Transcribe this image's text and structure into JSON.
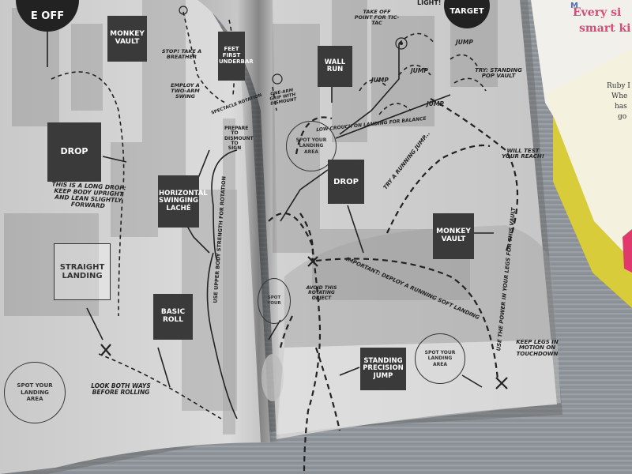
{
  "left_page": {
    "badge_partial": "E OFF",
    "monkey_vault": "MONKEY VAULT",
    "stop_note": "STOP! TAKE A BREATHER",
    "two_arm_note": "EMPLOY A TWO-ARM SWING",
    "feet_first": "FEET FIRST UNDERBAR",
    "pole_partial": "SPECTACLE ROTATION",
    "prepare_note": "PREPARE TO DISMOUNT TO SIGN",
    "drop": "DROP",
    "drop_note": "THIS IS A LONG DROP: KEEP BODY UPRIGHT AND LEAN SLIGHTLY FORWARD",
    "horizontal_lache": "HORIZONTAL SWINGING LACHÉ",
    "straight_landing": "STRAIGHT LANDING",
    "basic_roll": "BASIC ROLL",
    "upper_body_note": "USE UPPER BODY STRENGTH FOR ROTATION",
    "spot_landing": "SPOT YOUR LANDING AREA",
    "look_note": "LOOK BOTH WAYS BEFORE ROLLING"
  },
  "right_page": {
    "light_partial": "LIGHT!",
    "target_badge": "TARGET",
    "take_off_note": "TAKE OFF POINT FOR TIC-TAC",
    "one_arm_note": "ONE-ARM GRIP WITH DISMOUNT",
    "wall_run": "WALL RUN",
    "jump": "JUMP",
    "try_note": "TRY: STANDING POP VAULT",
    "low_crouch_note": "LOW CROUCH ON LANDING FOR BALANCE",
    "spot_landing": "SPOT YOUR LANDING AREA",
    "running_jump_note": "TRY A RUNNING JUMP...",
    "reach_note": "WILL TEST YOUR REACH!",
    "drop": "DROP",
    "monkey_vault": "MONKEY VAULT",
    "power_note": "USE THE POWER IN YOUR LEGS FOR THIS VAULT",
    "avoid_note": "AVOID THIS ROTATING OBJECT",
    "important_note": "IMPORTANT: DEPLOY A RUNNING SOFT LANDING",
    "spot_partial": "SPOT YOUR",
    "standing_precision": "STANDING PRECISION JUMP",
    "spot_landing_2": "SPOT YOUR LANDING AREA",
    "keep_legs_note": "KEEP LEGS IN MOTION ON TOUCHDOWN"
  },
  "background_book": {
    "line1": "Every si",
    "line2": "smart ki",
    "text1": "Ruby I",
    "text2": "Whe",
    "text3": "has",
    "text4": "go",
    "letter": "M"
  }
}
